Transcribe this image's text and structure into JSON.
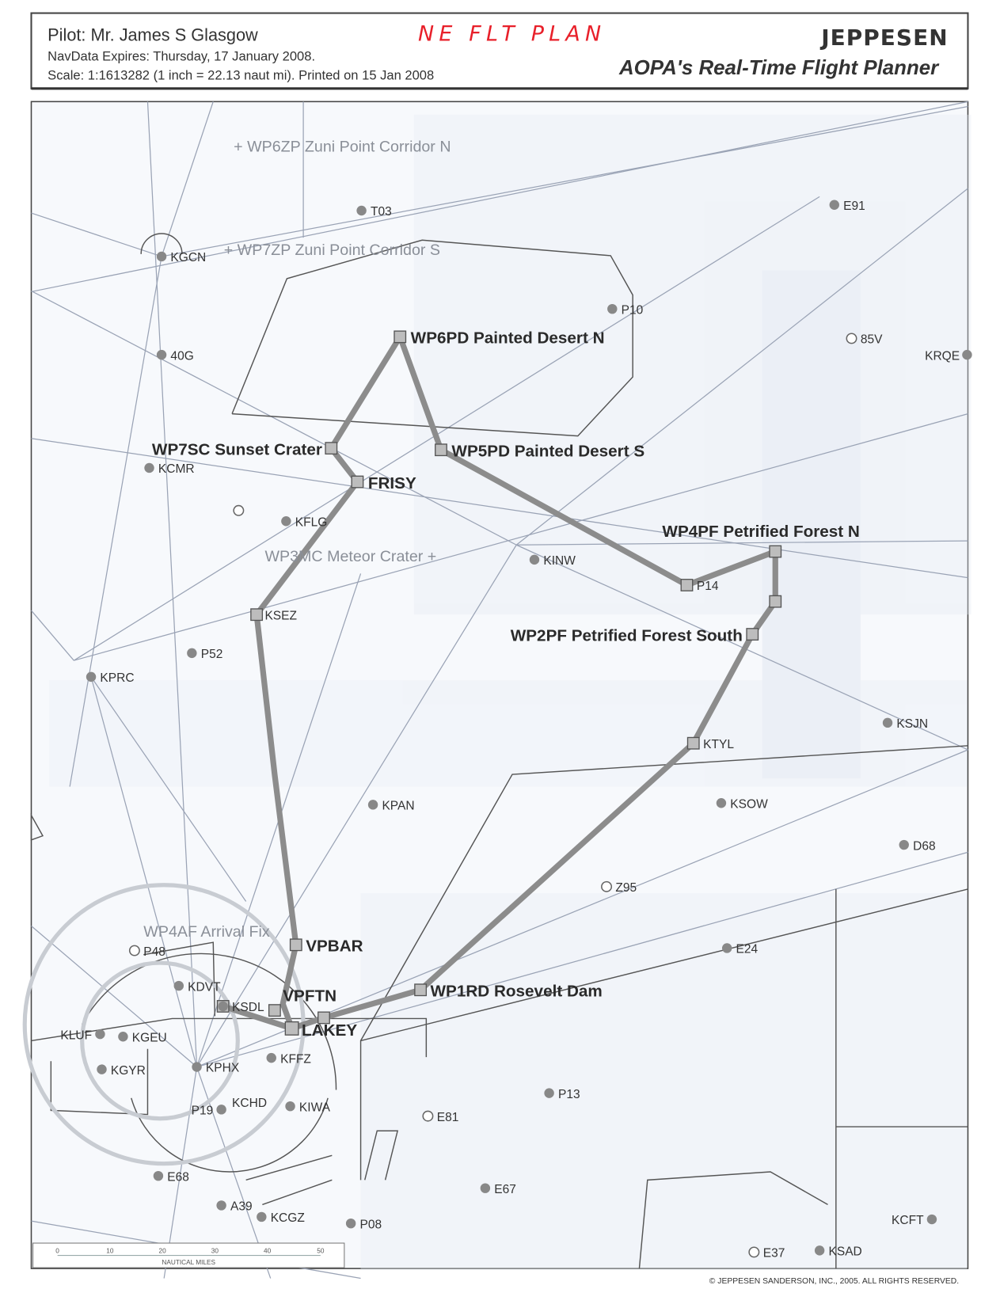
{
  "header": {
    "pilot": "Pilot:  Mr. James S Glasgow",
    "navdata": "NavData Expires:  Thursday, 17 January 2008.",
    "scale": "Scale:  1:1613282  (1 inch = 22.13 naut mi).   Printed on 15 Jan 2008",
    "handwritten_note": "NE  FLT  PLAN",
    "brand": "JEPPESEN",
    "product": "AOPA's Real-Time Flight Planner",
    "handwritten_color": "#e8202a"
  },
  "waypoints": [
    "WP6PD Painted Desert N",
    "WP7SC Sunset Crater",
    "FRISY",
    "WP5PD Painted Desert S",
    "WP4PF Petrified Forest N",
    "WP2PF Petrified Forest South",
    "VPBAR",
    "VPFTN",
    "LAKEY",
    "WP1RD Rosevelt Dam"
  ],
  "ghost_waypoints": [
    "WP6ZP Zuni Point Corridor N",
    "WP7ZP Zuni Point Corridor S",
    "WP3MC Meteor Crater",
    "WP4AF Arrival Fix"
  ],
  "airports": [
    "E91",
    "T03",
    "KGCN",
    "P10",
    "85V",
    "KRQE",
    "40G",
    "KCMR",
    "KFLG",
    "KINW",
    "P14",
    "KSEZ",
    "P52",
    "KPRC",
    "KSJN",
    "KTYL",
    "KPAN",
    "KSOW",
    "D68",
    "Z95",
    "P48",
    "E24",
    "KDVT",
    "KSDL",
    "KLUF",
    "KGEU",
    "KGYR",
    "KPHX",
    "KFFZ",
    "P19",
    "KCHD",
    "KIWA",
    "P13",
    "E81",
    "E68",
    "E67",
    "A39",
    "KCGZ",
    "P08",
    "KCFT",
    "E37",
    "KSAD"
  ],
  "scale_bar": {
    "ticks": [
      "0",
      "10",
      "20",
      "30",
      "40",
      "50"
    ],
    "unit": "NAUTICAL MILES"
  },
  "copyright": "© JEPPESEN SANDERSON, INC., 2005.  ALL RIGHTS RESERVED.",
  "route_color": "#8c8c8c"
}
